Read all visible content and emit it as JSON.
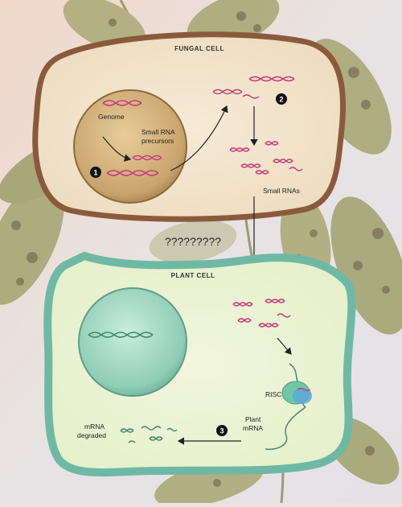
{
  "fungal_cell": {
    "title": "FUNGAL CELL",
    "genome_label": "Genome",
    "precursors_label_line1": "Small RNA",
    "precursors_label_line2": "precursors",
    "small_rnas_label": "Small RNAs"
  },
  "transfer_label": "?????????",
  "plant_cell": {
    "title": "PLANT CELL",
    "risc_label": "RISC",
    "plant_mrna_line1": "Plant",
    "plant_mrna_line2": "mRNA",
    "mrna_degraded_line1": "mRNA",
    "mrna_degraded_line2": "degraded"
  },
  "steps": {
    "step1": "1",
    "step2": "2",
    "step3": "3"
  },
  "colors": {
    "rna": "#c63c78",
    "dna": "#3f8a6a",
    "fungal_wall": "#8a5a3c",
    "plant_wall": "#6fb9a4"
  }
}
